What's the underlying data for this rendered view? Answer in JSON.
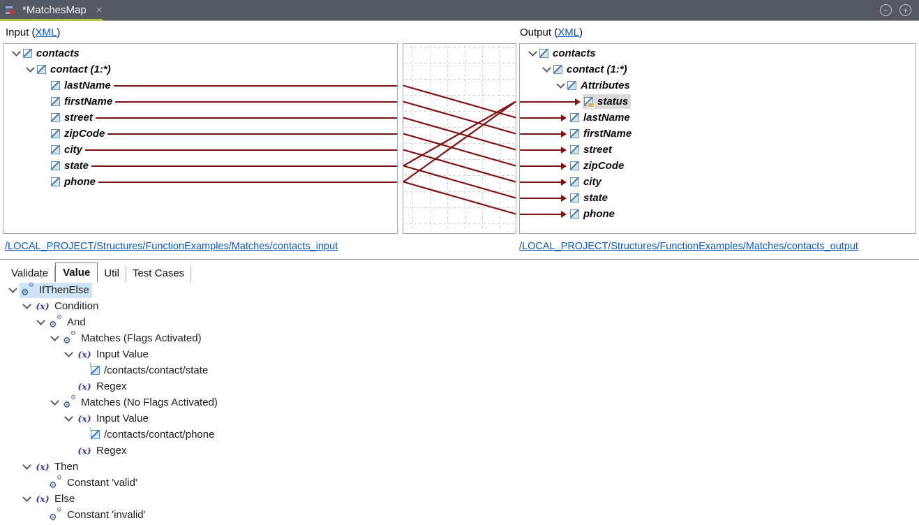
{
  "titlebar": {
    "title": "*MatchesMap",
    "close_label": "×",
    "zoom_out_label": "−",
    "zoom_in_label": "+"
  },
  "header": {
    "input": {
      "prefix": "Input (",
      "link": "XML",
      "suffix": ")"
    },
    "output": {
      "prefix": "Output (",
      "link": "XML",
      "suffix": ")"
    }
  },
  "input_panel": {
    "items": [
      {
        "label": "contacts",
        "depth": 0,
        "chevron": true,
        "icon": "element",
        "mapped": false
      },
      {
        "label": "contact (1:*)",
        "depth": 1,
        "chevron": true,
        "icon": "element",
        "mapped": false
      },
      {
        "label": "lastName",
        "depth": 2,
        "chevron": false,
        "icon": "element",
        "mapped": true
      },
      {
        "label": "firstName",
        "depth": 2,
        "chevron": false,
        "icon": "element",
        "mapped": true
      },
      {
        "label": "street",
        "depth": 2,
        "chevron": false,
        "icon": "element",
        "mapped": true
      },
      {
        "label": "zipCode",
        "depth": 2,
        "chevron": false,
        "icon": "element",
        "mapped": true
      },
      {
        "label": "city",
        "depth": 2,
        "chevron": false,
        "icon": "element",
        "mapped": true
      },
      {
        "label": "state",
        "depth": 2,
        "chevron": false,
        "icon": "element",
        "mapped": true
      },
      {
        "label": "phone",
        "depth": 2,
        "chevron": false,
        "icon": "element",
        "mapped": true
      }
    ],
    "link": "/LOCAL_PROJECT/Structures/FunctionExamples/Matches/contacts_input"
  },
  "output_panel": {
    "items": [
      {
        "label": "contacts",
        "depth": 0,
        "chevron": true,
        "icon": "element",
        "mapped": false
      },
      {
        "label": "contact (1:*)",
        "depth": 1,
        "chevron": true,
        "icon": "element",
        "mapped": false
      },
      {
        "label": "Attributes",
        "depth": 2,
        "chevron": true,
        "icon": "element",
        "mapped": false
      },
      {
        "label": "status",
        "depth": 3,
        "chevron": false,
        "icon": "element-attribute",
        "mapped": true,
        "selected": true
      },
      {
        "label": "lastName",
        "depth": 2,
        "chevron": false,
        "icon": "element",
        "mapped": true
      },
      {
        "label": "firstName",
        "depth": 2,
        "chevron": false,
        "icon": "element",
        "mapped": true
      },
      {
        "label": "street",
        "depth": 2,
        "chevron": false,
        "icon": "element",
        "mapped": true
      },
      {
        "label": "zipCode",
        "depth": 2,
        "chevron": false,
        "icon": "element",
        "mapped": true
      },
      {
        "label": "city",
        "depth": 2,
        "chevron": false,
        "icon": "element",
        "mapped": true
      },
      {
        "label": "state",
        "depth": 2,
        "chevron": false,
        "icon": "element",
        "mapped": true
      },
      {
        "label": "phone",
        "depth": 2,
        "chevron": false,
        "icon": "element",
        "mapped": true
      }
    ],
    "link": "/LOCAL_PROJECT/Structures/FunctionExamples/Matches/contacts_output"
  },
  "connections": [
    {
      "from": "lastName",
      "to": "lastName"
    },
    {
      "from": "firstName",
      "to": "firstName"
    },
    {
      "from": "street",
      "to": "street"
    },
    {
      "from": "zipCode",
      "to": "zipCode"
    },
    {
      "from": "city",
      "to": "city"
    },
    {
      "from": "state",
      "to": "state"
    },
    {
      "from": "phone",
      "to": "phone"
    },
    {
      "from": "state",
      "to": "status"
    },
    {
      "from": "phone",
      "to": "status"
    }
  ],
  "tabs": [
    {
      "label": "Validate",
      "selected": false
    },
    {
      "label": "Value",
      "selected": true
    },
    {
      "label": "Util",
      "selected": false
    },
    {
      "label": "Test Cases",
      "selected": false
    }
  ],
  "function_tree": [
    {
      "label": "IfThenElse",
      "depth": 0,
      "icon": "gears",
      "chevron": true,
      "selected": true
    },
    {
      "label": "Condition",
      "depth": 1,
      "icon": "fx",
      "chevron": true
    },
    {
      "label": "And",
      "depth": 2,
      "icon": "gears",
      "chevron": true
    },
    {
      "label": "Matches (Flags Activated)",
      "depth": 3,
      "icon": "gears",
      "chevron": true
    },
    {
      "label": "Input Value",
      "depth": 4,
      "icon": "fx",
      "chevron": true
    },
    {
      "label": "/contacts/contact/state",
      "depth": 5,
      "icon": "element-input",
      "chevron": false
    },
    {
      "label": "Regex",
      "depth": 4,
      "icon": "fx",
      "chevron": false
    },
    {
      "label": "Matches (No Flags Activated)",
      "depth": 3,
      "icon": "gears",
      "chevron": true
    },
    {
      "label": "Input Value",
      "depth": 4,
      "icon": "fx",
      "chevron": true
    },
    {
      "label": "/contacts/contact/phone",
      "depth": 5,
      "icon": "element-input",
      "chevron": false
    },
    {
      "label": "Regex",
      "depth": 4,
      "icon": "fx",
      "chevron": false
    },
    {
      "label": "Then",
      "depth": 1,
      "icon": "fx",
      "chevron": true
    },
    {
      "label": "Constant 'valid'",
      "depth": 2,
      "icon": "gears",
      "chevron": false
    },
    {
      "label": "Else",
      "depth": 1,
      "icon": "fx",
      "chevron": true
    },
    {
      "label": "Constant 'invalid'",
      "depth": 2,
      "icon": "gears",
      "chevron": false
    }
  ],
  "colors": {
    "connection_line": "#801111",
    "accent_underline": "#b4c13a",
    "link": "#0a5bc4",
    "selection_blue": "#cfe5f7",
    "selection_gray": "#d9d9d9",
    "titlebar_bg": "#555963",
    "grid": "#cbcbcb"
  }
}
